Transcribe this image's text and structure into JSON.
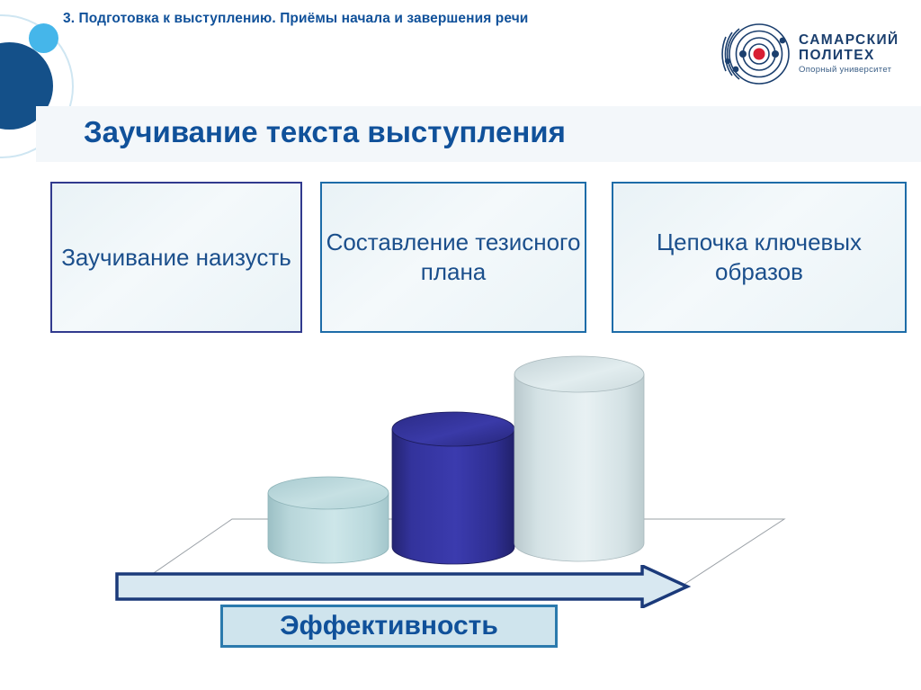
{
  "slide": {
    "kicker": "3. Подготовка к выступлению. Приёмы начала и завершения речи",
    "title": "Заучивание текста выступления"
  },
  "logo": {
    "line1": "САМАРСКИЙ",
    "line2": "ПОЛИТЕХ",
    "line3": "Опорный университет",
    "mark_accent_color": "#d81e33",
    "mark_color": "#1b3f6e"
  },
  "methods": [
    {
      "label": "Заучивание наизусть",
      "border_color": "#313a8e"
    },
    {
      "label": "Составление тезисного плана",
      "border_color": "#1d6ca8"
    },
    {
      "label": "Цепочка ключевых образов",
      "border_color": "#1d6ca8"
    }
  ],
  "arrow": {
    "fill_color": "#d8e8f1",
    "stroke_color": "#1b3a7a"
  },
  "efficiency_label": {
    "text": "Эффективность",
    "fill_color": "#cfe4ed",
    "border_color": "#2b7aad",
    "text_color": "#10519a"
  },
  "colors": {
    "brand_blue": "#10519a",
    "title_band": "#f3f7fa",
    "deco_dark": "#145089",
    "deco_cyan": "#45b6ea",
    "deco_ring": "#cfe6f2"
  },
  "chart_data": {
    "type": "bar",
    "title": "",
    "subtitle": "",
    "xlabel": "Эффективность",
    "ylabel": "",
    "grid": false,
    "legend": "none",
    "style": "3d-cylinder",
    "categories": [
      "Заучивание наизусть",
      "Составление тезисного плана",
      "Цепочка ключевых образов"
    ],
    "values": [
      1,
      2,
      3
    ],
    "ylim": [
      0,
      3
    ],
    "series": [
      {
        "name": "Эффективность",
        "values": [
          1,
          2,
          3
        ],
        "colors": [
          "#bdd9dd",
          "#2e2e96",
          "#dde9ec"
        ]
      }
    ],
    "annotations": [
      "Эффективность растёт слева направо"
    ]
  }
}
